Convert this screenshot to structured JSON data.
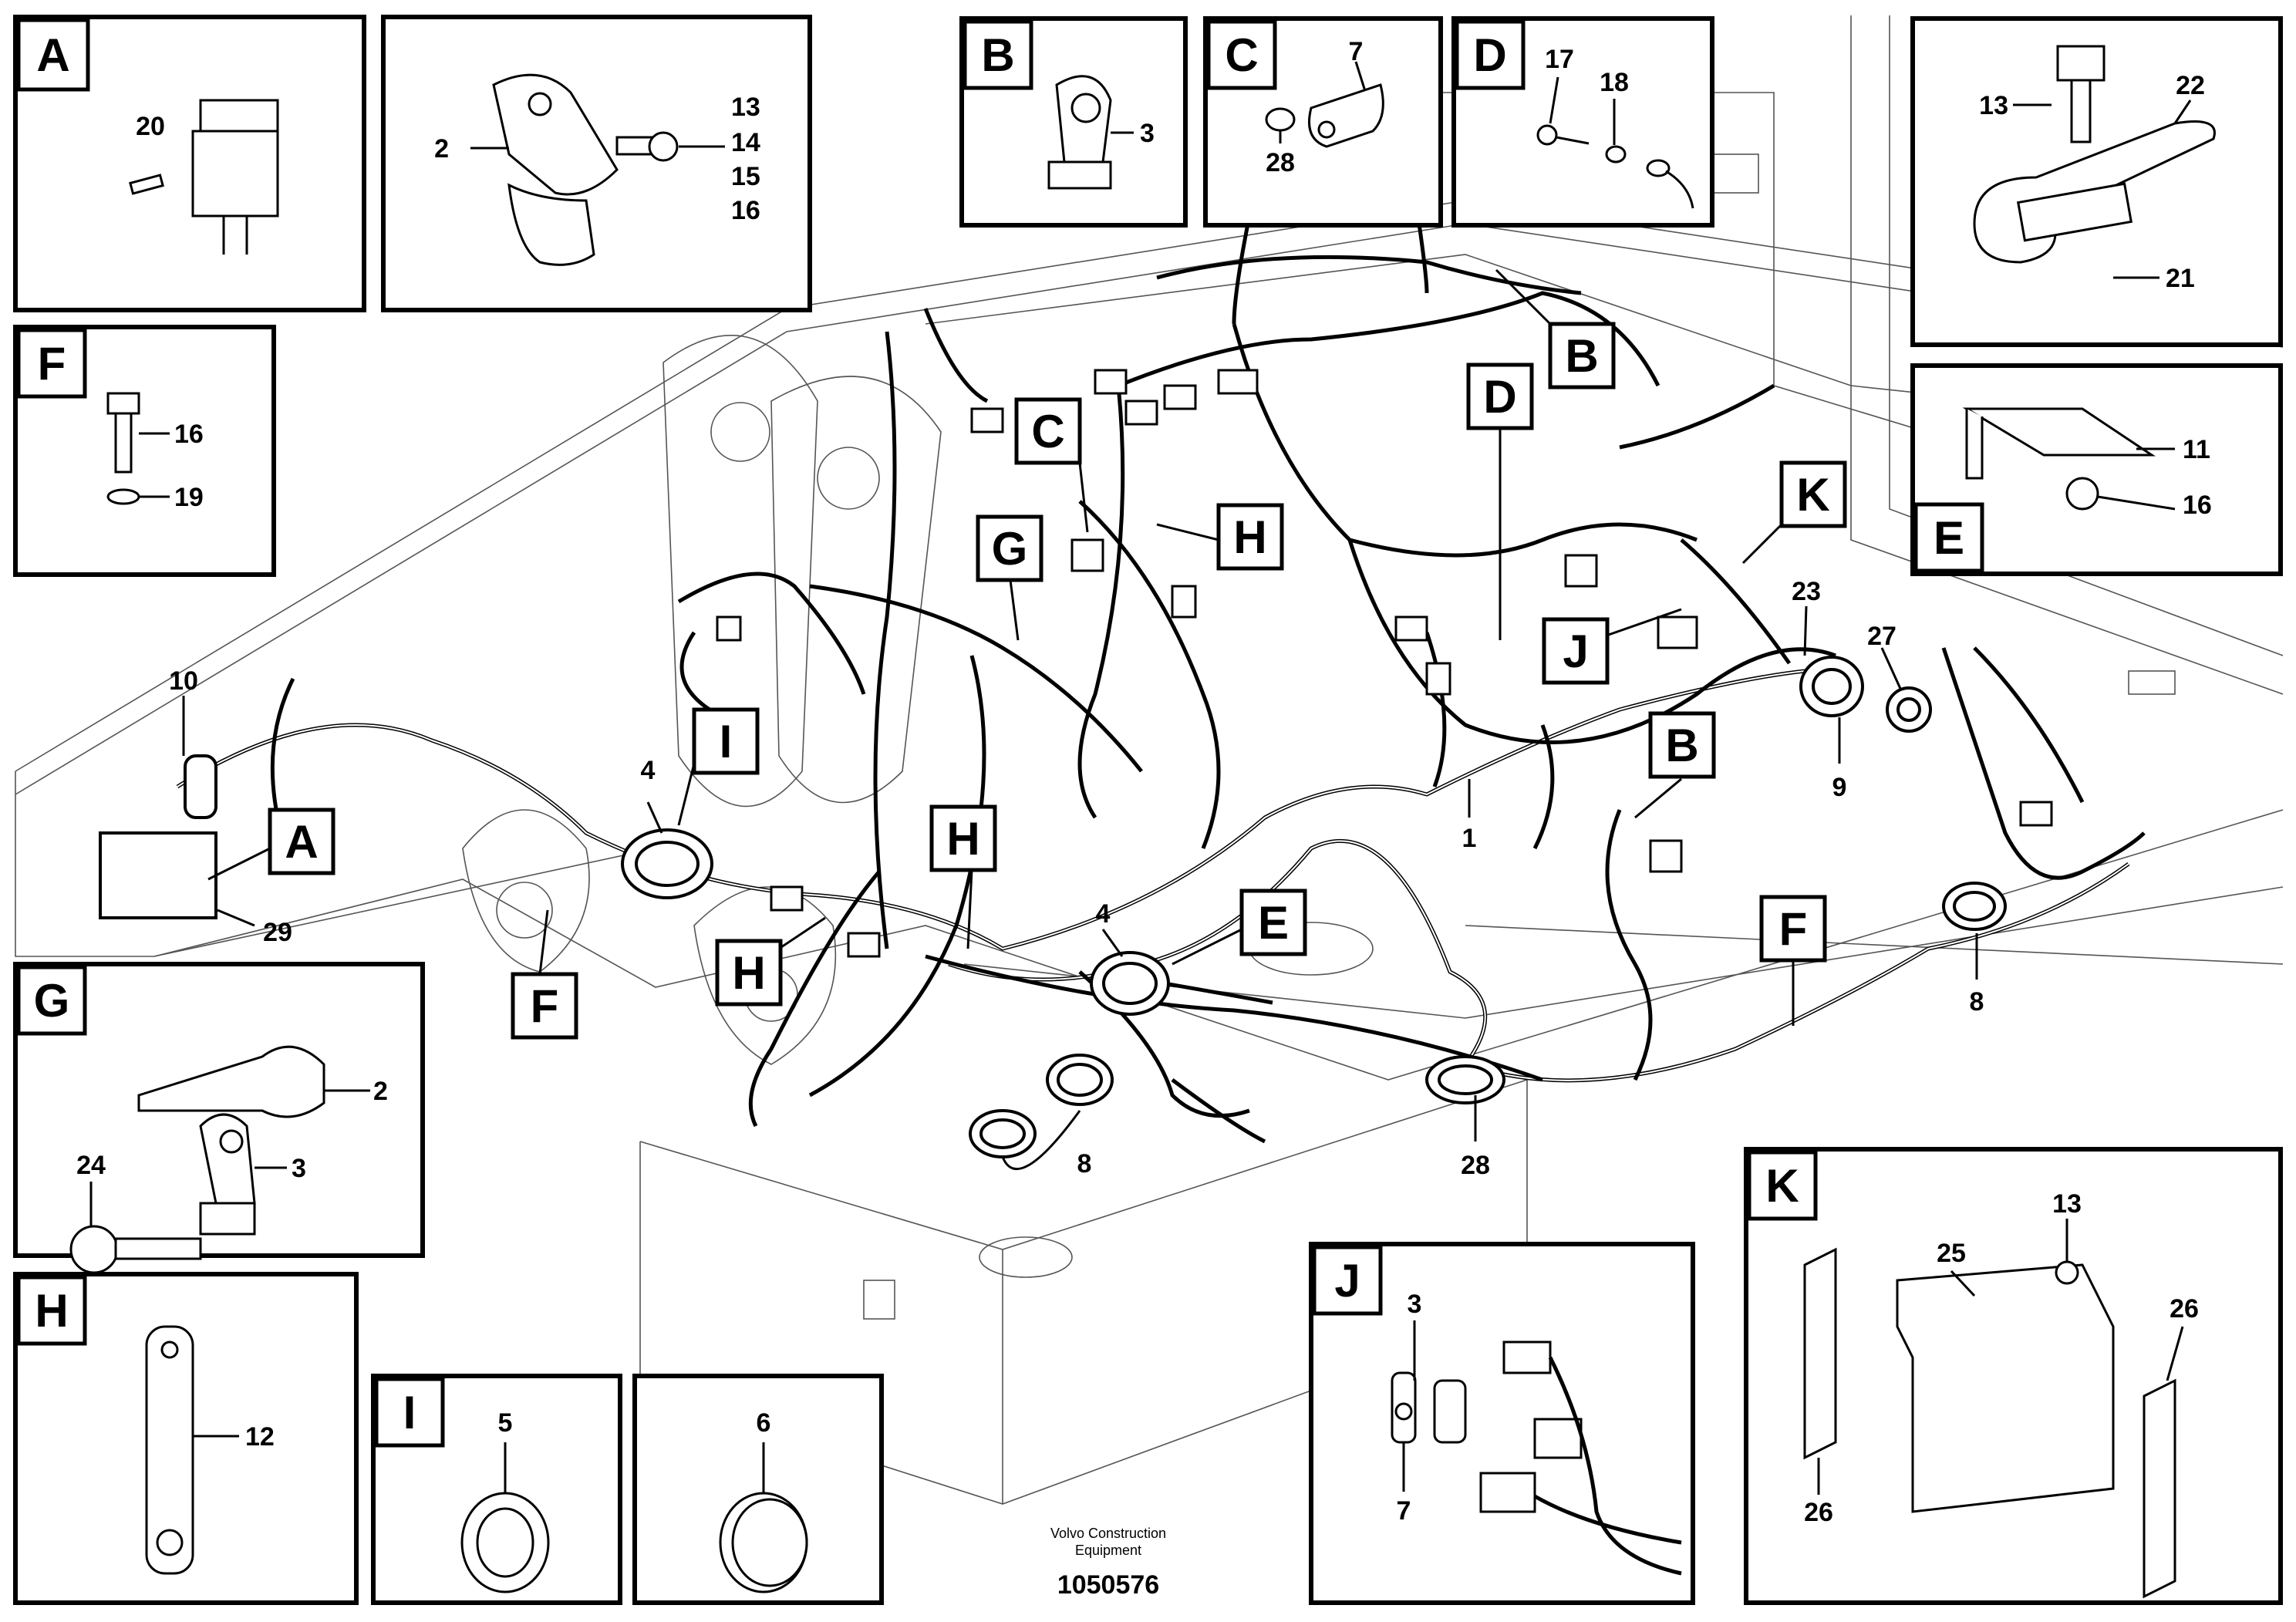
{
  "footer": {
    "publisher_line1": "Volvo Construction",
    "publisher_line2": "Equipment",
    "doc_number": "1050576"
  },
  "panels": {
    "A": {
      "letter": "A",
      "labels": [
        "20"
      ]
    },
    "2box": {
      "labels": [
        "2",
        "13",
        "14",
        "15",
        "16"
      ]
    },
    "B": {
      "letter": "B",
      "labels": [
        "3"
      ]
    },
    "C": {
      "letter": "C",
      "labels": [
        "7",
        "28"
      ]
    },
    "D": {
      "letter": "D",
      "labels": [
        "17",
        "18"
      ]
    },
    "top_right": {
      "labels": [
        "13",
        "22",
        "21"
      ]
    },
    "E": {
      "letter": "E",
      "labels": [
        "11",
        "16"
      ]
    },
    "F": {
      "letter": "F",
      "labels": [
        "16",
        "19"
      ]
    },
    "G": {
      "letter": "G",
      "labels": [
        "24",
        "2",
        "3"
      ]
    },
    "H": {
      "letter": "H",
      "labels": [
        "12"
      ]
    },
    "I": {
      "letter": "I",
      "labels": [
        "5"
      ]
    },
    "six": {
      "labels": [
        "6"
      ]
    },
    "J": {
      "letter": "J",
      "labels": [
        "3",
        "7"
      ]
    },
    "K": {
      "letter": "K",
      "labels": [
        "25",
        "13",
        "26",
        "26"
      ]
    }
  },
  "callouts": {
    "tags": [
      "A",
      "B",
      "B",
      "C",
      "D",
      "E",
      "F",
      "F",
      "G",
      "H",
      "H",
      "H",
      "I",
      "J",
      "K"
    ],
    "numbers": [
      "1",
      "4",
      "4",
      "8",
      "8",
      "9",
      "10",
      "23",
      "27",
      "28",
      "29"
    ]
  }
}
